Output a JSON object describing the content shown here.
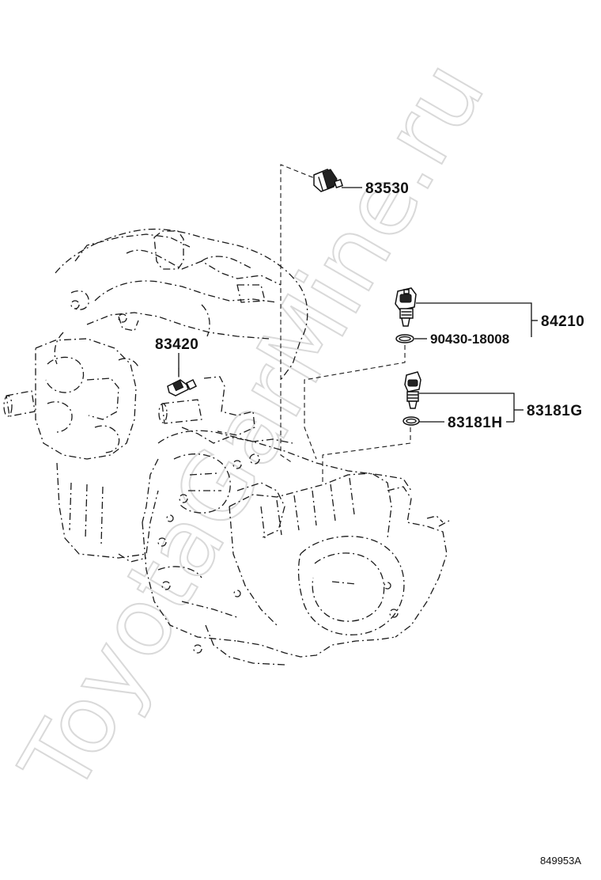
{
  "watermark": "ToyotaGarMine.ru",
  "diagram_ref": "849953A",
  "callouts": {
    "p83530": "83530",
    "p84210": "84210",
    "p90430": "90430-18008",
    "p83420": "83420",
    "p83181g": "83181G",
    "p83181h": "83181H"
  },
  "colors": {
    "line": "#1a1a1a",
    "watermark": "#d9d9d9",
    "background": "#ffffff"
  }
}
